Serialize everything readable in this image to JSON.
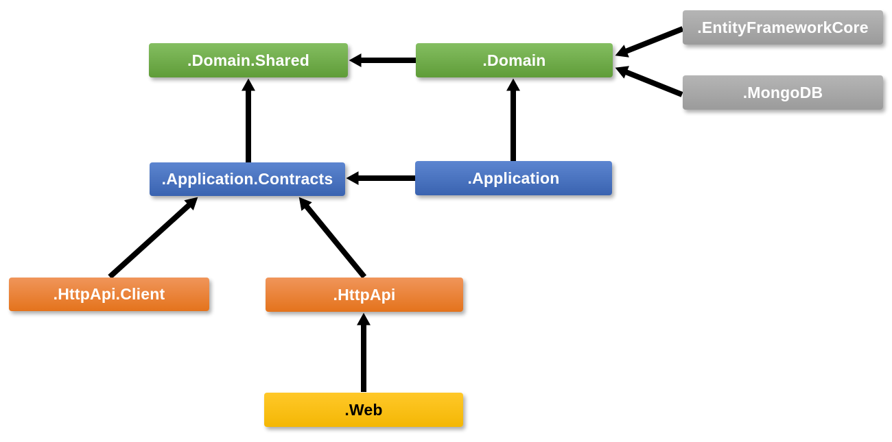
{
  "diagram": {
    "type": "dependency-graph",
    "background_color": "#FFFFFF",
    "arrow_color": "#000000",
    "palette": {
      "green": {
        "top": "#84BE61",
        "bottom": "#5F9C38",
        "text": "#FFFFFF"
      },
      "blue": {
        "top": "#5C85D0",
        "bottom": "#3A63B0",
        "text": "#FFFFFF"
      },
      "orange": {
        "top": "#F0955A",
        "bottom": "#E4731C",
        "text": "#FFFFFF"
      },
      "gray": {
        "top": "#B5B5B5",
        "bottom": "#9B9B9B",
        "text": "#FFFFFF"
      },
      "yellow": {
        "top": "#FFC829",
        "bottom": "#F4B704",
        "text": "#000000"
      }
    },
    "nodes": [
      {
        "id": "domain-shared",
        "label": ".Domain.Shared",
        "color": "green"
      },
      {
        "id": "domain",
        "label": ".Domain",
        "color": "green"
      },
      {
        "id": "entityframeworkcore",
        "label": ".EntityFrameworkCore",
        "color": "gray"
      },
      {
        "id": "mongodb",
        "label": ".MongoDB",
        "color": "gray"
      },
      {
        "id": "application-contracts",
        "label": ".Application.Contracts",
        "color": "blue"
      },
      {
        "id": "application",
        "label": ".Application",
        "color": "blue"
      },
      {
        "id": "httpapi-client",
        "label": ".HttpApi.Client",
        "color": "orange"
      },
      {
        "id": "httpapi",
        "label": ".HttpApi",
        "color": "orange"
      },
      {
        "id": "web",
        "label": ".Web",
        "color": "yellow"
      }
    ],
    "edges": [
      {
        "from": "domain",
        "to": "domain-shared"
      },
      {
        "from": "entityframeworkcore",
        "to": "domain"
      },
      {
        "from": "mongodb",
        "to": "domain"
      },
      {
        "from": "application-contracts",
        "to": "domain-shared"
      },
      {
        "from": "application",
        "to": "application-contracts"
      },
      {
        "from": "application",
        "to": "domain"
      },
      {
        "from": "httpapi-client",
        "to": "application-contracts"
      },
      {
        "from": "httpapi",
        "to": "application-contracts"
      },
      {
        "from": "web",
        "to": "httpapi"
      }
    ]
  }
}
